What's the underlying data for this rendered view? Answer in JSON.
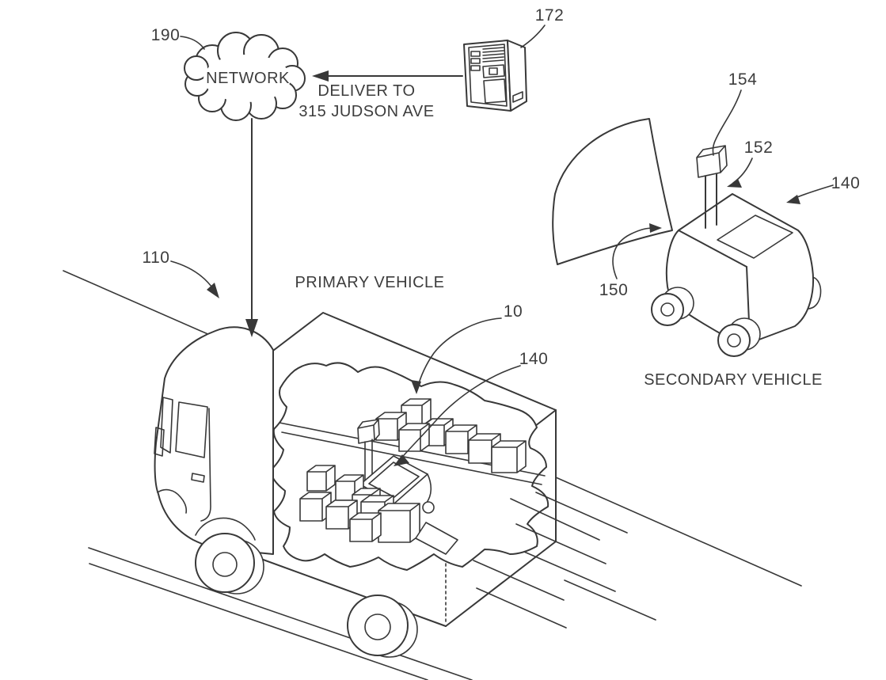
{
  "figure": {
    "type": "patent-diagram",
    "line_color": "#383838",
    "text_color": "#3d3d3d",
    "background": "#ffffff",
    "labels": {
      "network": "NETWORK",
      "deliver1": "DELIVER TO",
      "deliver2": "315 JUDSON AVE",
      "primary": "PRIMARY VEHICLE",
      "secondary": "SECONDARY VEHICLE"
    },
    "refs": {
      "r190": "190",
      "r172": "172",
      "r110": "110",
      "r10": "10",
      "r140_truck": "140",
      "r154": "154",
      "r152": "152",
      "r140_robot": "140",
      "r150": "150"
    },
    "icons": [
      "network-cloud-icon",
      "server-tower-icon",
      "delivery-truck-icon",
      "delivery-robot-icon",
      "package-box-icon",
      "sensor-fov-wedge-icon"
    ]
  }
}
